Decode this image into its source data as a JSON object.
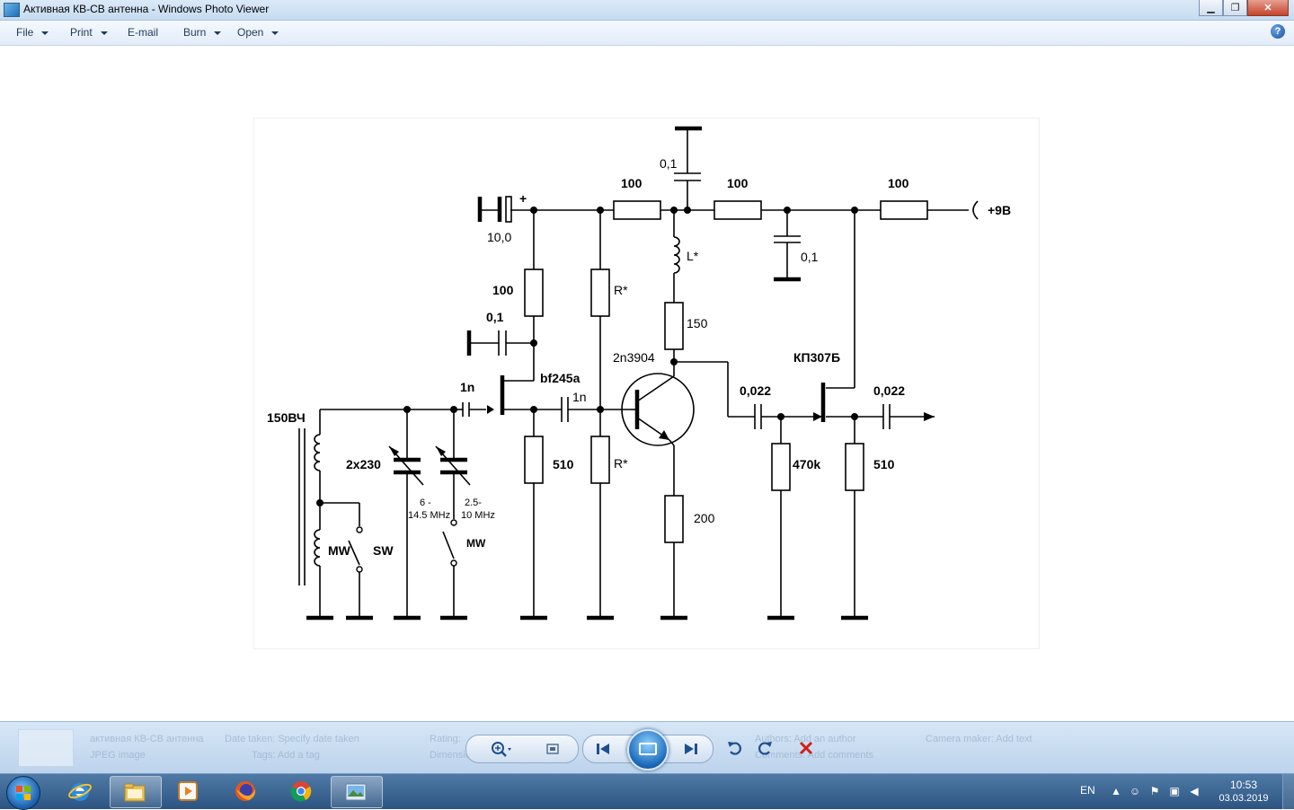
{
  "window": {
    "title": "Активная КВ-СВ антенна - Windows Photo Viewer",
    "buttons": {
      "minimize": "▁",
      "maximize": "❐",
      "close": "✕"
    }
  },
  "menu": {
    "file": "File",
    "print": "Print",
    "email": "E-mail",
    "burn": "Burn",
    "open": "Open",
    "help": "?"
  },
  "schematic": {
    "supply": "+9В",
    "r_supply_1": "100",
    "r_supply_2": "100",
    "r_supply_3": "100",
    "c_top": "0,1",
    "c_filter": "0,1",
    "c_elec": "10,0",
    "c_elec_plus": "+",
    "inductor": "L*",
    "r_gate_bias": "100",
    "c_bias": "0,1",
    "r_collector": "150",
    "r_star_top": "R*",
    "r_star_bottom": "R*",
    "transistor": "2n3904",
    "fet_input": "bf245a",
    "fet_output": "КП307Б",
    "c_coupling_1": "1n",
    "c_coupling_2": "1n",
    "c_coupling_3": "0,022",
    "c_coupling_4": "0,022",
    "r_source": "510",
    "r_emitter": "200",
    "r_gate_out": "470k",
    "r_out": "510",
    "antenna_coil": "150ВЧ",
    "var_cap": "2x230",
    "range_1_line1": "6 -",
    "range_1_line2": "14.5 MHz",
    "range_2_line1": "2.5-",
    "range_2_line2": "10 MHz",
    "switch_mw_1": "MW",
    "switch_sw": "SW",
    "switch_mw_2": "MW"
  },
  "statusbar": {
    "filename": "активная КВ-СВ антенна",
    "date_taken": "Date taken: Specify date taken",
    "file_type": "JPEG image",
    "tags": "Tags: Add a tag",
    "rating": "Rating:",
    "dimensions": "Dimensions:",
    "author": "Authors: Add an author",
    "comments": "Comments: Add comments",
    "camera": "Camera maker: Add text"
  },
  "taskbar": {
    "language": "EN",
    "time": "10:53",
    "date": "03.03.2019"
  }
}
